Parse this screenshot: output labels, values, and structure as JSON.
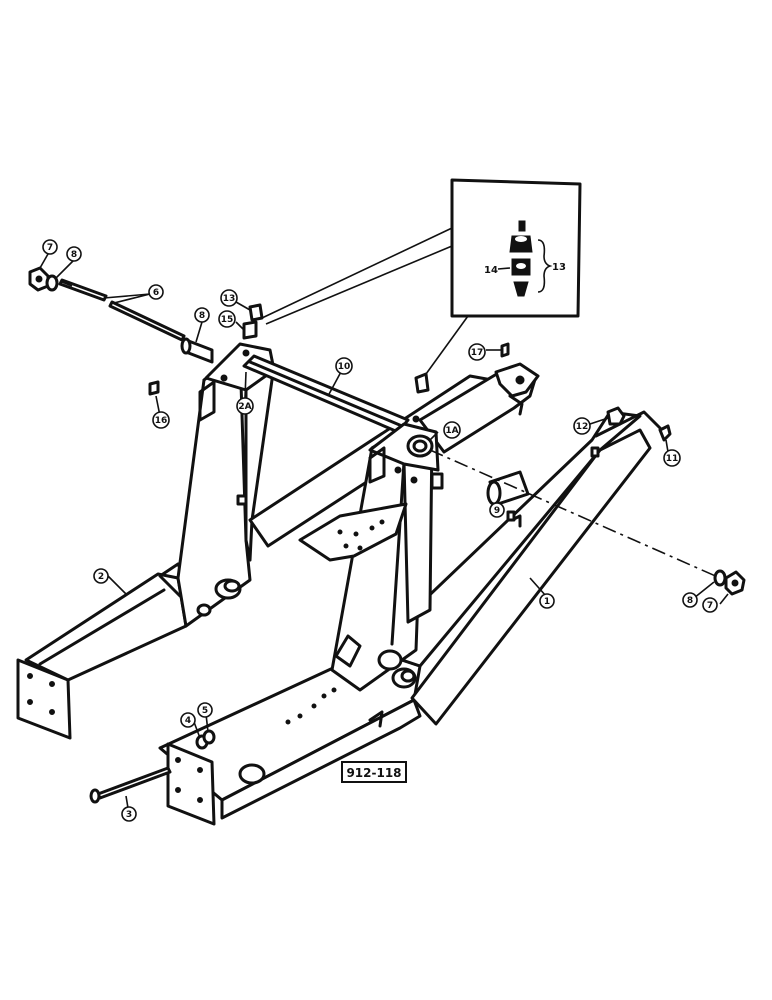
{
  "figure_code": "912-118",
  "callouts": {
    "c7a": "7",
    "c8a": "8",
    "c6": "6",
    "c13": "13",
    "c15": "15",
    "c8b": "8",
    "c10": "10",
    "c17": "17",
    "c2a": "2A",
    "c1a": "1A",
    "c16": "16",
    "c12": "12",
    "c11": "11",
    "c9": "9",
    "c2": "2",
    "c1": "1",
    "c8c": "8",
    "c7b": "7",
    "c4": "4",
    "c5": "5",
    "c3": "3"
  },
  "inset": {
    "label_14": "14",
    "label_13": "13"
  }
}
